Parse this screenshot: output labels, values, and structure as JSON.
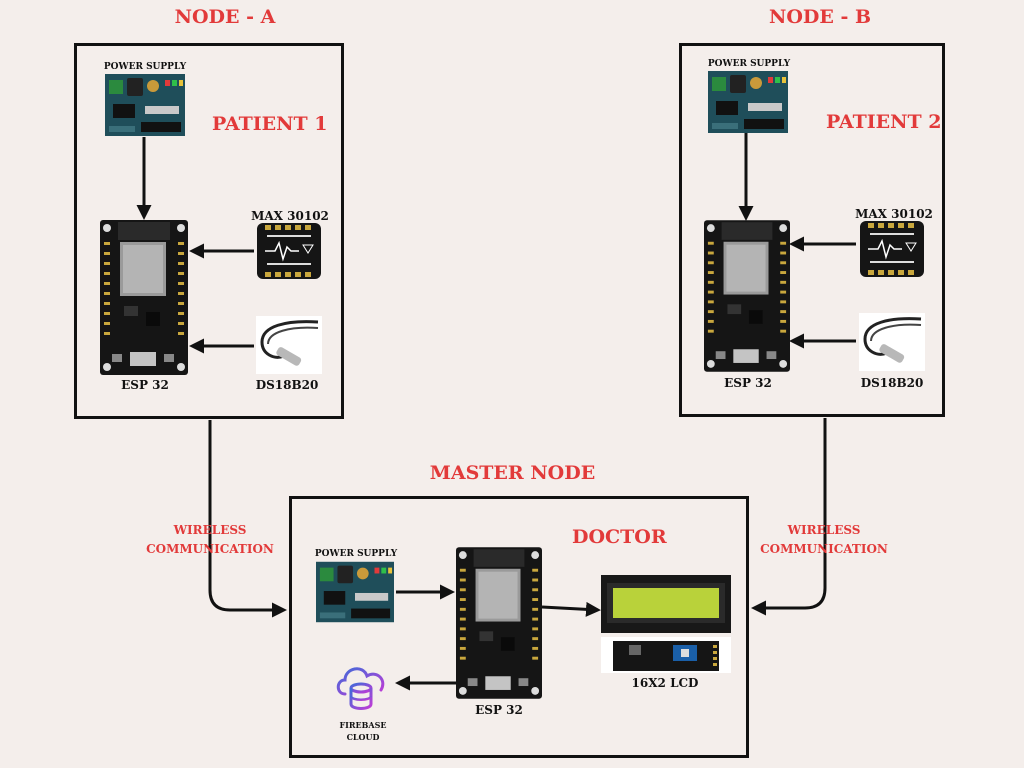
{
  "node_a": {
    "header": "NODE - A",
    "role": "PATIENT 1",
    "power_label": "POWER SUPPLY",
    "sensor1_label": "MAX 30102",
    "sensor2_label": "DS18B20",
    "mcu_label": "ESP 32"
  },
  "node_b": {
    "header": "NODE - B",
    "role": "PATIENT 2",
    "power_label": "POWER SUPPLY",
    "sensor1_label": "MAX 30102",
    "sensor2_label": "DS18B20",
    "mcu_label": "ESP 32"
  },
  "master": {
    "header": "MASTER NODE",
    "role": "DOCTOR",
    "power_label": "POWER SUPPLY",
    "mcu_label": "ESP 32",
    "lcd_label": "16X2 LCD",
    "cloud_label_1": "FIREBASE",
    "cloud_label_2": "CLOUD"
  },
  "links": {
    "left_line1": "WIRELESS",
    "left_line2": "COMMUNICATION",
    "right_line1": "WIRELESS",
    "right_line2": "COMMUNICATION"
  },
  "colors": {
    "accent_red": "#e23a3a",
    "background": "#f4eeeb",
    "board_black": "#151515",
    "pcb_blue": "#1f4e5a",
    "lcd_green": "#b9d23a"
  },
  "icons": {
    "module": "max30102-sensor-icon",
    "probe": "temperature-probe-icon",
    "cloud": "cloud-database-icon"
  }
}
